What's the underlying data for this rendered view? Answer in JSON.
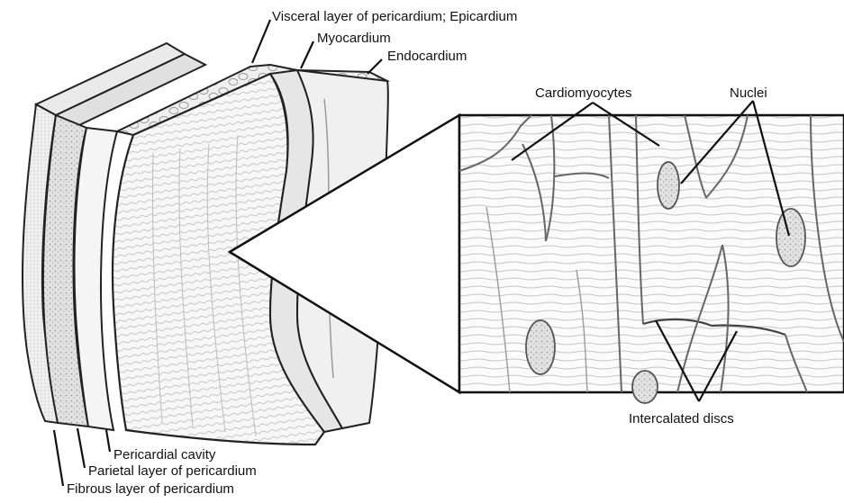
{
  "labels": {
    "visceral": "Visceral layer of pericardium; Epicardium",
    "myocardium": "Myocardium",
    "endocardium": "Endocardium",
    "cardiomyocytes": "Cardiomyocytes",
    "nuclei": "Nuclei",
    "intercalated_discs": "Intercalated discs",
    "pericardial_cavity": "Pericardial cavity",
    "parietal": "Parietal layer of pericardium",
    "fibrous": "Fibrous layer of pericardium"
  },
  "colors": {
    "outline": "#222222",
    "sketch": "#8a8a8a",
    "light_fill": "#f2f2f2",
    "textured_fill": "#d9d9d9",
    "background": "#ffffff"
  }
}
